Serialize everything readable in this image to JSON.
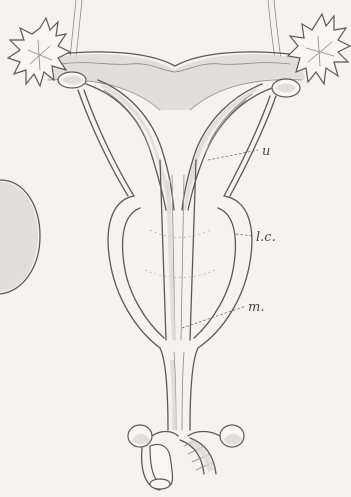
{
  "figure": {
    "labels": {
      "u": "u",
      "lc": "l.c.",
      "m": "m."
    },
    "colors": {
      "paper": "#f4f3ef",
      "ink": "#5c5a55",
      "shade": "#dcdad4"
    }
  }
}
